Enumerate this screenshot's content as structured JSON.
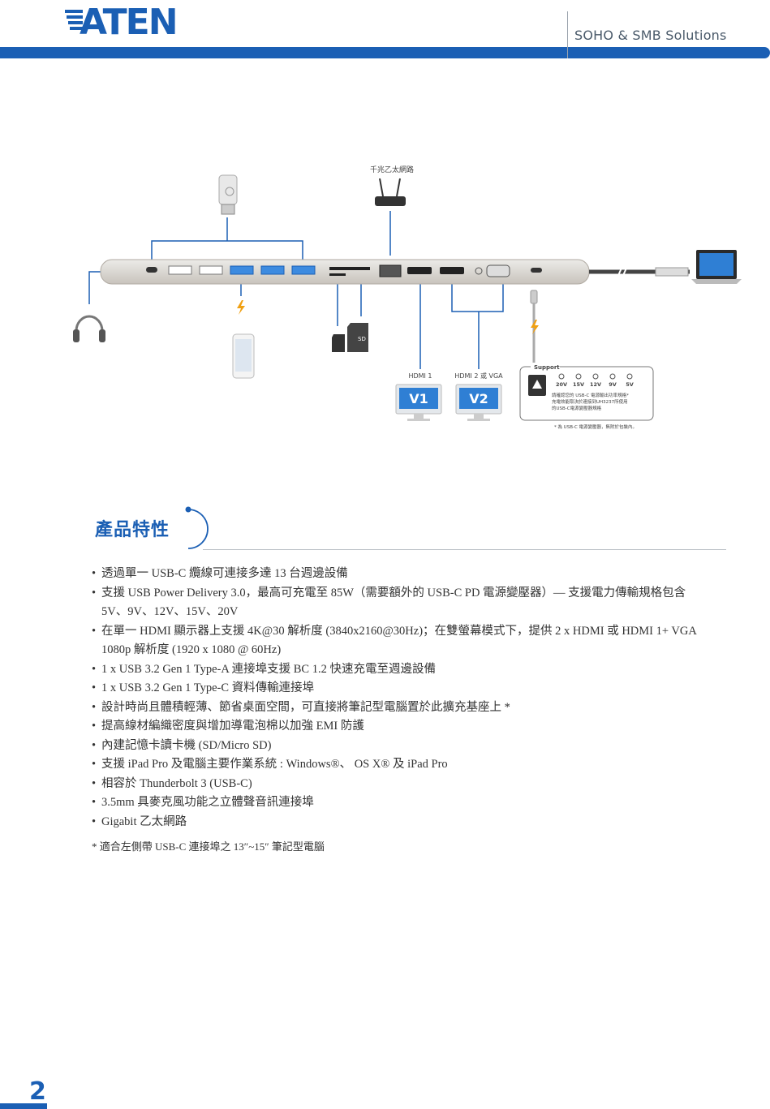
{
  "header": {
    "logo": "ATEN",
    "tagline": "SOHO & SMB Solutions"
  },
  "diagram": {
    "ethernet_label": "千兆乙太網路",
    "hdmi1_label": "HDMI 1",
    "hdmi2_vga_label": "HDMI 2 或 VGA",
    "monitor1": "V1",
    "monitor2": "V2",
    "sd_label": "SD",
    "support_title": "Support",
    "voltages": [
      "20V",
      "15V",
      "12V",
      "9V",
      "5V"
    ],
    "support_note_1": "請確認您的 USB-C 電源輸出功率規格*",
    "support_note_2": "充電效能取決於連接到UH3237所使用",
    "support_note_3": "的USB-C電源變壓器規格",
    "adapter_note": "* 為 USB-C 電源變壓器，無附於包裝內。",
    "colors": {
      "accent": "#1b5fb4",
      "hub": "#d7d2cc",
      "lightning": "#f0a012"
    }
  },
  "section": {
    "title": "產品特性"
  },
  "features": [
    {
      "text": "透過單一 USB-C 纜線可連接多達 13 台週邊設備"
    },
    {
      "text": "支援 USB Power Delivery 3.0，最高可充電至 85W（需要額外的 USB-C PD 電源變壓器）— 支援電力傳輸規格包含",
      "cont": "5V、9V、12V、15V、20V"
    },
    {
      "text": "在單一 HDMI 顯示器上支援 4K@30 解析度 (3840x2160@30Hz)；在雙螢幕模式下，提供 2 x HDMI 或 HDMI 1+ VGA",
      "cont": "1080p 解析度 (1920 x 1080 @ 60Hz)"
    },
    {
      "text": "1 x USB 3.2 Gen 1 Type-A 連接埠支援 BC 1.2 快速充電至週邊設備"
    },
    {
      "text": "1 x USB 3.2 Gen 1 Type-C 資料傳輸連接埠"
    },
    {
      "text": "設計時尚且體積輕薄、節省桌面空間，可直接將筆記型電腦置於此擴充基座上 *"
    },
    {
      "text": "提高線材編織密度與增加導電泡棉以加強 EMI 防護"
    },
    {
      "text": "內建記憶卡讀卡機 (SD/Micro SD)"
    },
    {
      "text": "支援 iPad Pro 及電腦主要作業系統 : Windows®、 OS X® 及 iPad Pro"
    },
    {
      "text": "相容於 Thunderbolt 3 (USB-C)"
    },
    {
      "text": "3.5mm 具麥克風功能之立體聲音訊連接埠"
    },
    {
      "text": "Gigabit 乙太網路"
    }
  ],
  "footnote": "* 適合左側帶 USB-C 連接埠之 13″~15″ 筆記型電腦",
  "page_number": "2"
}
